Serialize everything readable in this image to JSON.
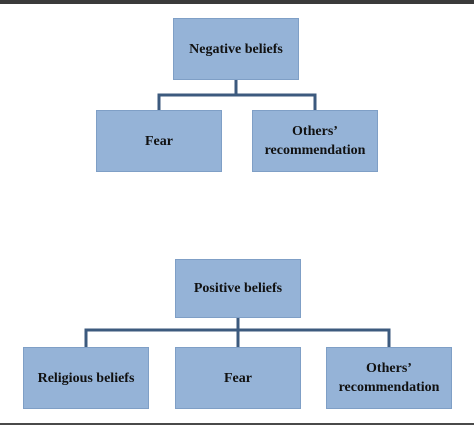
{
  "diagram_top": {
    "root": "Negative beliefs",
    "children": [
      "Fear",
      "Others’ recommendation"
    ]
  },
  "diagram_bottom": {
    "root": "Positive beliefs",
    "children": [
      "Religious beliefs",
      "Fear",
      "Others’ recommendation"
    ]
  },
  "colors": {
    "box_fill": "#95b3d7",
    "connector": "#3c5a7e",
    "text": "#111111"
  }
}
